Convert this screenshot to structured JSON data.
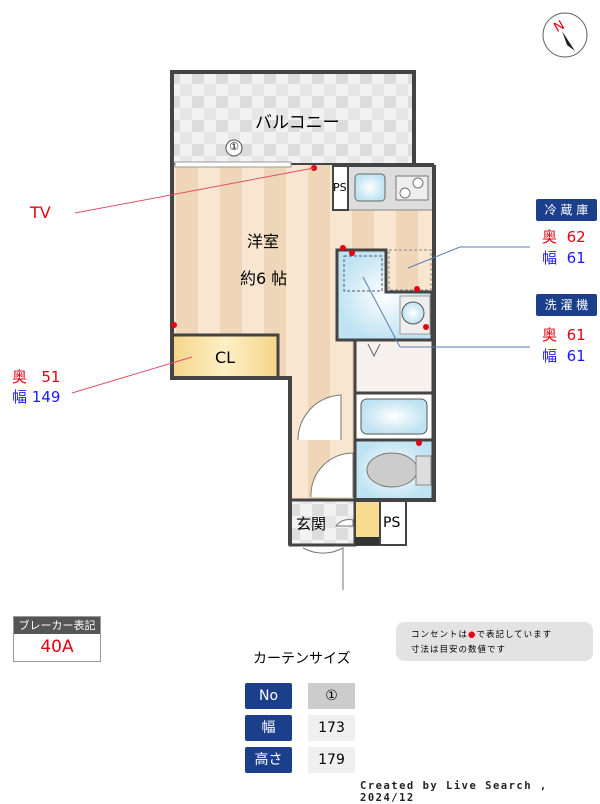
{
  "compass": {
    "label": "N"
  },
  "plan": {
    "balcony": "バルコニー",
    "curtain_marker": "①",
    "room_name": "洋室",
    "room_size": "約6 帖",
    "closet": "CL",
    "ps_top": "PS",
    "entrance": "玄関",
    "ps_bottom": "PS"
  },
  "annotations": {
    "tv": "TV",
    "closet_depth_label": "奥",
    "closet_depth": "51",
    "closet_width_label": "幅",
    "closet_width": "149",
    "fridge": {
      "title": "冷 蔵 庫",
      "depth_label": "奥",
      "depth": "62",
      "width_label": "幅",
      "width": "61"
    },
    "washer": {
      "title": "洗 濯 機",
      "depth_label": "奥",
      "depth": "61",
      "width_label": "幅",
      "width": "61"
    }
  },
  "breaker": {
    "title": "ブレーカー表記",
    "value": "40A"
  },
  "notes": {
    "line1_a": "コンセントは",
    "line1_b": "で表記しています",
    "line2": "寸法は目安の数値です"
  },
  "curtain": {
    "title": "カーテンサイズ",
    "rows": [
      {
        "label": "No",
        "value": "①"
      },
      {
        "label": "幅",
        "value": "173"
      },
      {
        "label": "高さ",
        "value": "179"
      }
    ]
  },
  "footer": "Created by Live Search , 2024/12",
  "colors": {
    "navy": "#1c3f8c",
    "outlet": "#e60012",
    "wall": "#444444",
    "floor": "#f5dfc4"
  }
}
